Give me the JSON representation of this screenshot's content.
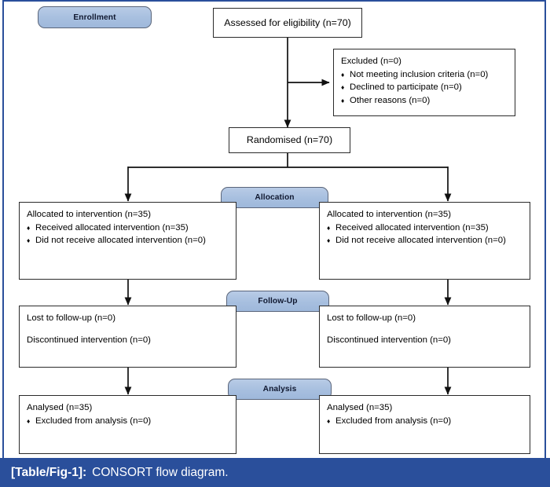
{
  "figure": {
    "caption_tag": "[Table/Fig-1]:",
    "caption_text": "CONSORT flow diagram.",
    "frame_color": "#2a4f9b",
    "pill_color": "#a7bfdf",
    "box_border_color": "#2b2b2b"
  },
  "chart_data": {
    "type": "diagram",
    "title": "CONSORT flow diagram",
    "diagram_kind": "consort-flow",
    "stages": [
      "Enrollment",
      "Allocation",
      "Follow-Up",
      "Analysis"
    ],
    "nodes": [
      {
        "id": "assessed",
        "label": "Assessed for eligibility (n=70)",
        "n": 70
      },
      {
        "id": "excluded",
        "label": "Excluded (n=0)",
        "n": 0,
        "reasons": [
          {
            "label": "Not meeting inclusion criteria (n=0)",
            "n": 0
          },
          {
            "label": "Declined to participate (n=0)",
            "n": 0
          },
          {
            "label": "Other reasons (n=0)",
            "n": 0
          }
        ]
      },
      {
        "id": "randomised",
        "label": "Randomised (n=70)",
        "n": 70
      },
      {
        "id": "alloc-left",
        "label": "Allocated to intervention (n=35)",
        "n": 35
      },
      {
        "id": "alloc-right",
        "label": "Allocated to intervention (n=35)",
        "n": 35
      },
      {
        "id": "follow-left",
        "n": 0
      },
      {
        "id": "follow-right",
        "n": 0
      },
      {
        "id": "analysis-left",
        "label": "Analysed (n=35)",
        "n": 35
      },
      {
        "id": "analysis-right",
        "label": "Analysed (n=35)",
        "n": 35
      }
    ],
    "edges": [
      {
        "from": "assessed",
        "to": "excluded"
      },
      {
        "from": "assessed",
        "to": "randomised"
      },
      {
        "from": "randomised",
        "to": "alloc-left"
      },
      {
        "from": "randomised",
        "to": "alloc-right"
      },
      {
        "from": "alloc-left",
        "to": "follow-left"
      },
      {
        "from": "alloc-right",
        "to": "follow-right"
      },
      {
        "from": "follow-left",
        "to": "analysis-left"
      },
      {
        "from": "follow-right",
        "to": "analysis-right"
      }
    ]
  },
  "stage_labels": {
    "enrollment": "Enrollment",
    "allocation": "Allocation",
    "followup": "Follow-Up",
    "analysis": "Analysis"
  },
  "boxes": {
    "assessed": {
      "text": "Assessed for eligibility (n=70)"
    },
    "excluded": {
      "title": "Excluded (n=0)",
      "items": [
        "Not meeting inclusion criteria (n=0)",
        "Declined to participate (n=0)",
        "Other reasons (n=0)"
      ]
    },
    "randomised": {
      "text": "Randomised (n=70)"
    },
    "allocation_left": {
      "title": "Allocated to intervention (n=35)",
      "items": [
        "Received allocated intervention (n=35)",
        "Did not receive allocated intervention (n=0)"
      ]
    },
    "allocation_right": {
      "title": "Allocated to intervention (n=35)",
      "items": [
        "Received allocated intervention (n=35)",
        "Did not receive allocated intervention (n=0)"
      ]
    },
    "followup_left": {
      "line1": "Lost to follow-up (n=0)",
      "line2": "Discontinued intervention (n=0)"
    },
    "followup_right": {
      "line1": "Lost to follow-up (n=0)",
      "line2": "Discontinued intervention (n=0)"
    },
    "analysis_left": {
      "title": "Analysed (n=35)",
      "items": [
        "Excluded from analysis (n=0)"
      ]
    },
    "analysis_right": {
      "title": "Analysed (n=35)",
      "items": [
        "Excluded from analysis (n=0)"
      ]
    }
  }
}
